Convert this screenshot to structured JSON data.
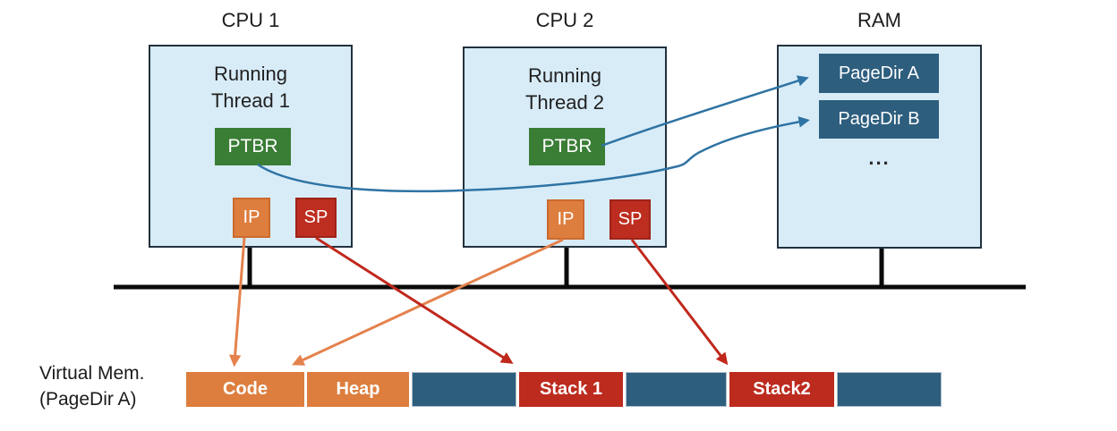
{
  "cpu1": {
    "title": "CPU 1",
    "thread_line1": "Running",
    "thread_line2": "Thread 1",
    "ptbr_label": "PTBR",
    "ip_label": "IP",
    "sp_label": "SP"
  },
  "cpu2": {
    "title": "CPU 2",
    "thread_line1": "Running",
    "thread_line2": "Thread 2",
    "ptbr_label": "PTBR",
    "ip_label": "IP",
    "sp_label": "SP"
  },
  "ram": {
    "title": "RAM",
    "pagedir_a": "PageDir A",
    "pagedir_b": "PageDir B",
    "ellipsis": "..."
  },
  "virtual_memory": {
    "label_line1": "Virtual Mem.",
    "label_line2": "(PageDir A)",
    "segments": [
      {
        "label": "Code",
        "type": "code"
      },
      {
        "label": "Heap",
        "type": "heap"
      },
      {
        "label": "",
        "type": "free"
      },
      {
        "label": "Stack 1",
        "type": "stack"
      },
      {
        "label": "",
        "type": "free"
      },
      {
        "label": "Stack2",
        "type": "stack"
      },
      {
        "label": "",
        "type": "free"
      }
    ]
  },
  "connections": [
    {
      "from": "cpu2-ptbr",
      "to": "ram-pagedir-a",
      "color": "blue"
    },
    {
      "from": "cpu1-ptbr",
      "to": "ram-pagedir-b",
      "color": "blue"
    },
    {
      "from": "cpu1-ip",
      "to": "vm-code",
      "color": "orange"
    },
    {
      "from": "cpu2-ip",
      "to": "vm-code",
      "color": "orange"
    },
    {
      "from": "cpu1-sp",
      "to": "vm-stack1",
      "color": "red"
    },
    {
      "from": "cpu2-sp",
      "to": "vm-stack2",
      "color": "red"
    }
  ],
  "colors": {
    "box_fill_light_blue": "#d8ecf8",
    "box_border": "#22313d",
    "ptbr_green": "#3a7d35",
    "ip_orange": "#dd7e3e",
    "sp_red": "#bd2d20",
    "pagedir_steel_blue": "#2e5e7e",
    "arrow_blue": "#2e73a3",
    "arrow_orange": "#e4824d",
    "arrow_red": "#c0281c",
    "bus_black": "#0a0a0a"
  }
}
